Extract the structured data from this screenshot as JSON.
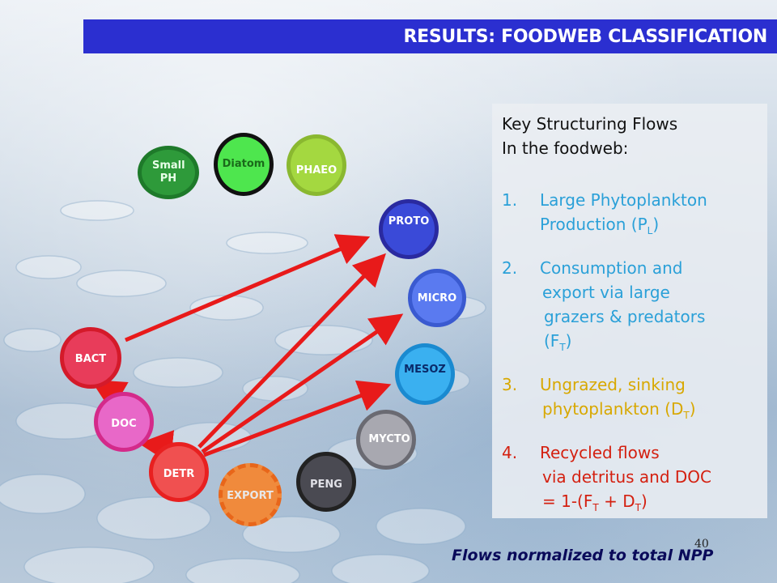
{
  "header": {
    "title": "RESULTS: FOODWEB CLASSIFICATION"
  },
  "nodes": {
    "small_ph": "Small PH",
    "diatom": "Diatom",
    "phaeo": "PHAEO",
    "proto": "PROTO",
    "micro": "MICRO",
    "mesoz": "MESOZ",
    "mycto": "MYCTO",
    "peng": "PENG",
    "export": "EXPORT",
    "detr": "DETR",
    "doc": "DOC",
    "bact": "BACT"
  },
  "panel": {
    "heading_line1": "Key Structuring Flows",
    "heading_line2": "In the foodweb:",
    "item1_num": "1.",
    "item1_line1": "Large Phytoplankton",
    "item1_line2_pre": "Production (P",
    "item1_line2_sub": "L",
    "item1_line2_post": ")",
    "item2_num": "2.",
    "item2_line1": "Consumption and",
    "item2_line2": "export via large",
    "item2_line3": "grazers & predators",
    "item2_line4_pre": "(F",
    "item2_line4_sub": "T",
    "item2_line4_post": ")",
    "item3_num": "3.",
    "item3_line1": "Ungrazed, sinking",
    "item3_line2_pre": "phytoplankton (D",
    "item3_line2_sub": "T",
    "item3_line2_post": ")",
    "item4_num": "4.",
    "item4_line1": "Recycled flows",
    "item4_line2": "via detritus and DOC",
    "item4_line3_pre": "= 1-(F",
    "item4_line3_sub1": "T",
    "item4_line3_mid": " + D",
    "item4_line3_sub2": "T",
    "item4_line3_post": ")"
  },
  "footer": {
    "note": "Flows normalized to total NPP"
  },
  "page_number": "40",
  "colors": {
    "header_bg": "#2b2fd0",
    "item1": "#2aa0d8",
    "item2": "#2aa0d8",
    "item3": "#d8a800",
    "item4": "#d42010",
    "arrow": "#e81a1a",
    "small_ph": "#2e9a3a",
    "diatom": "#4ee64e",
    "phaeo": "#a4d840",
    "proto": "#3a4ad8",
    "micro": "#5a7af0",
    "mesoz": "#3ab0f0",
    "mycto": "#a8a8b0",
    "peng": "#4a4a52",
    "export": "#f08a3c",
    "detr": "#f05050",
    "doc": "#e868c8",
    "bact": "#e83c5a"
  }
}
